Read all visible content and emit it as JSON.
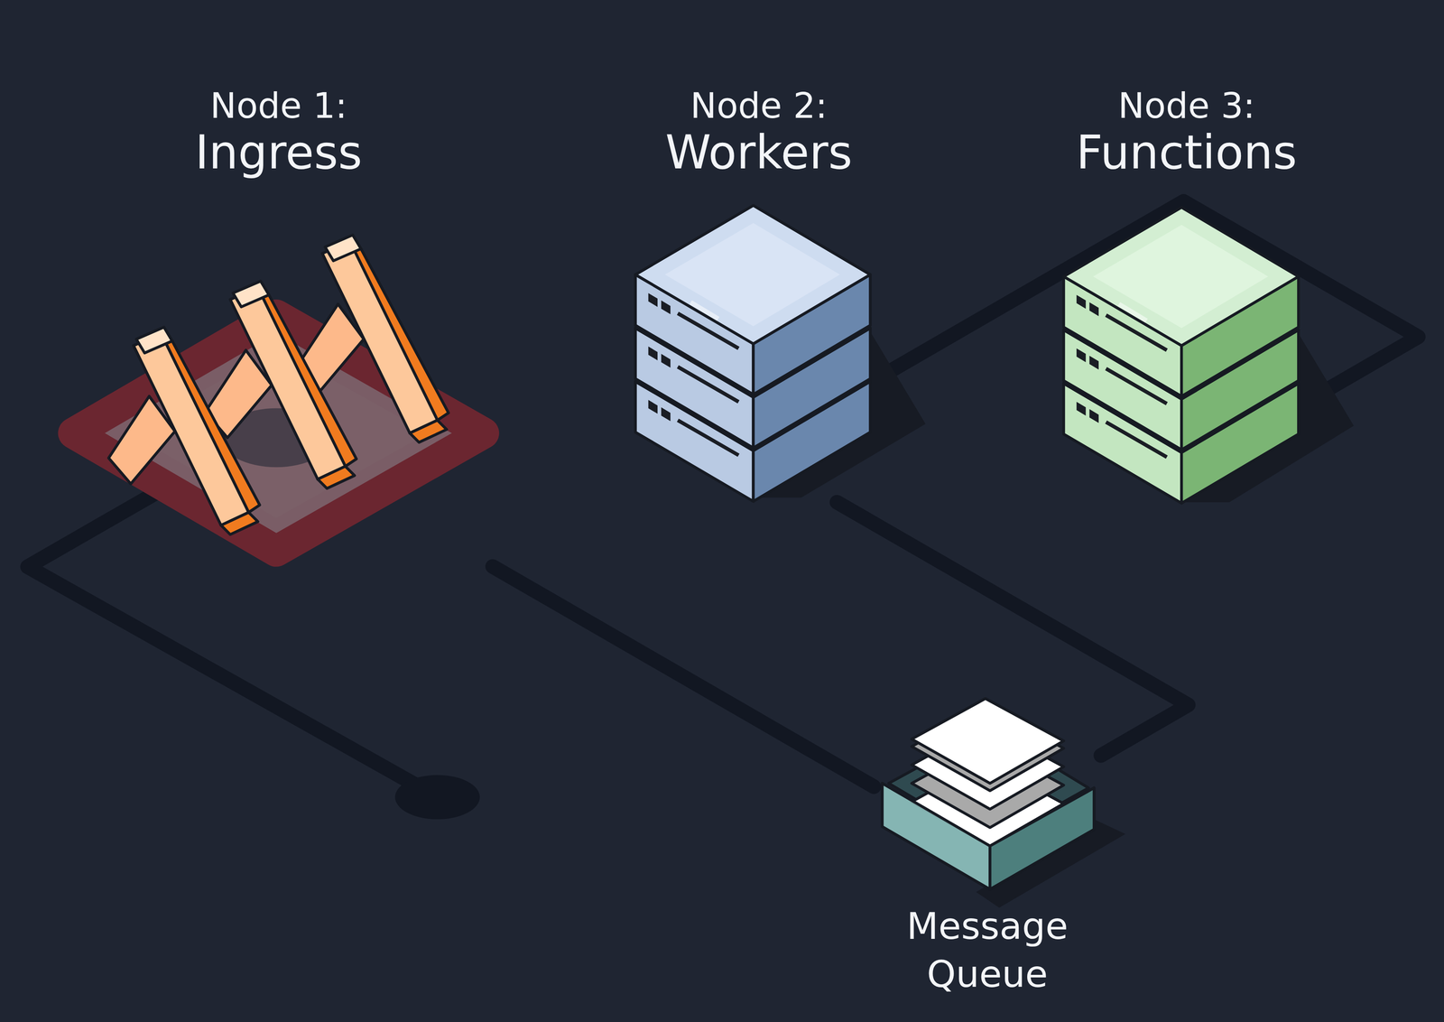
{
  "diagram": {
    "nodes": [
      {
        "text": [
          "Node 1:",
          "Ingress"
        ]
      },
      {
        "text": [
          "Node 2:",
          "Workers"
        ]
      },
      {
        "text": [
          "Node 3:",
          "Functions"
        ]
      },
      {
        "text": [
          "Message Queue"
        ]
      }
    ],
    "edges": [
      {
        "from": 0,
        "to": 3,
        "arrow": "none"
      },
      {
        "from": 1,
        "to": 3,
        "arrow": "none"
      },
      {
        "from": 1,
        "to": 2,
        "arrow": "none"
      }
    ]
  }
}
